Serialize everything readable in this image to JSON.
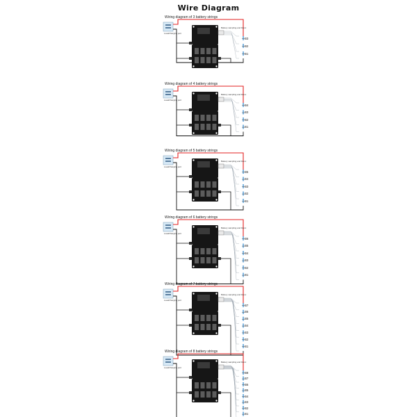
{
  "title": "Wire Diagram",
  "labels": {
    "load_charging_port": "Load/charging port",
    "balancing_wire": "Battery sampling and blanc"
  },
  "colors": {
    "red_wire": "#e32222",
    "black_wire": "#111111",
    "balance_wire": "#9aa3ad",
    "cell_blue": "#5aa0d8",
    "board": "#161616",
    "load_box": "#d7e9f6"
  },
  "diagrams": [
    {
      "heading": "Wiring  diagram  of  3  battery strings",
      "strings": 3,
      "cells": [
        "B3",
        "B2",
        "B1"
      ]
    },
    {
      "heading": "Wiring  diagram  of  4  battery strings",
      "strings": 4,
      "cells": [
        "B4",
        "B3",
        "B2",
        "B1"
      ]
    },
    {
      "heading": "Wiring  diagram  of  5  battery strings",
      "strings": 5,
      "cells": [
        "B5",
        "B4",
        "B3",
        "B2",
        "B1"
      ]
    },
    {
      "heading": "Wiring  diagram  of  6  battery strings",
      "strings": 6,
      "cells": [
        "B6",
        "B5",
        "B4",
        "B3",
        "B2",
        "B1"
      ]
    },
    {
      "heading": "Wiring  diagram  of  7  battery strings",
      "strings": 7,
      "cells": [
        "B7",
        "B6",
        "B5",
        "B4",
        "B3",
        "B2",
        "B1"
      ]
    },
    {
      "heading": "Wiring  diagram  of  8  battery strings",
      "strings": 8,
      "cells": [
        "B8",
        "B7",
        "B6",
        "B5",
        "B4",
        "B3",
        "B2",
        "B1"
      ]
    }
  ]
}
